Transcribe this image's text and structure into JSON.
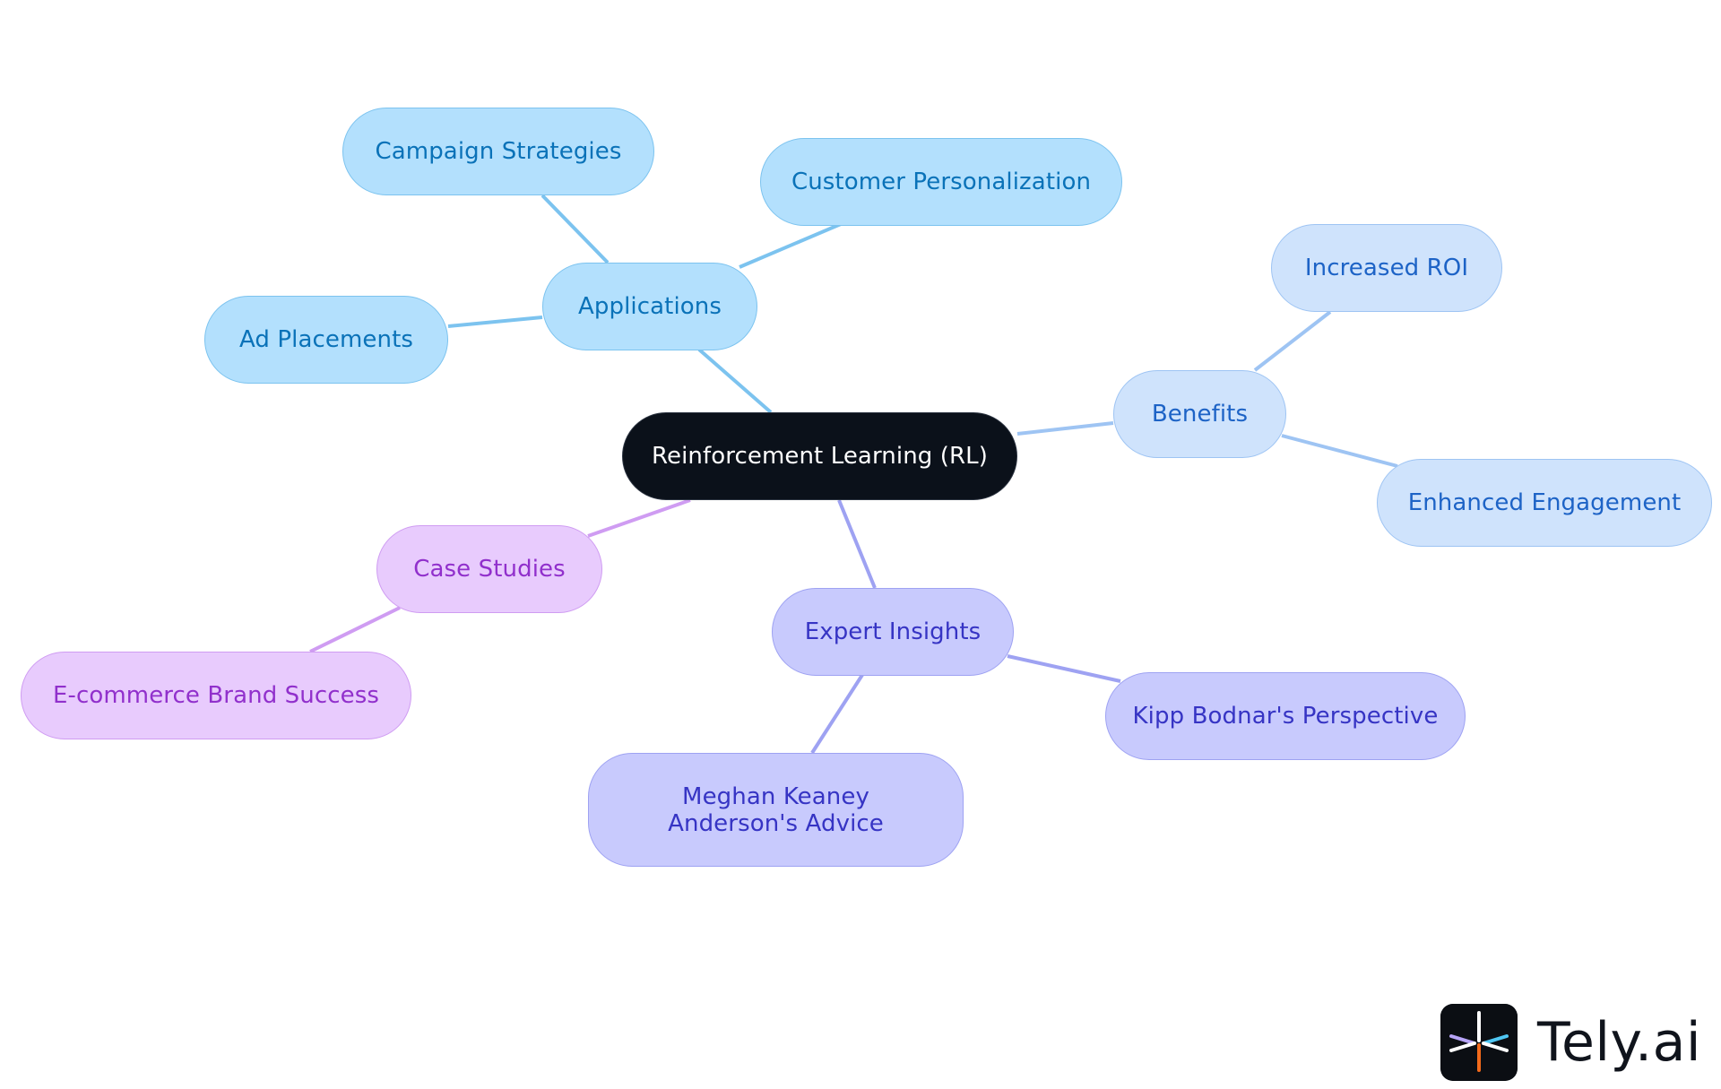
{
  "mindmap": {
    "root": "Reinforcement Learning (RL)",
    "applications": {
      "label": "Applications",
      "children": [
        "Campaign Strategies",
        "Customer Personalization",
        "Ad Placements"
      ]
    },
    "benefits": {
      "label": "Benefits",
      "children": [
        "Increased ROI",
        "Enhanced Engagement"
      ]
    },
    "expert_insights": {
      "label": "Expert Insights",
      "children": [
        "Kipp Bodnar's Perspective",
        "Meghan Keaney Anderson's Advice"
      ]
    },
    "case_studies": {
      "label": "Case Studies",
      "children": [
        "E-commerce Brand Success"
      ]
    }
  },
  "colors": {
    "root_fill": "#0b111a",
    "applications_fill": "#b3e0fd",
    "applications_edge": "#7cc3ef",
    "benefits_fill": "#cfe3fc",
    "benefits_edge": "#9ec4f3",
    "expert_fill": "#c8cafd",
    "expert_edge": "#9ea2f2",
    "case_fill": "#e8cbfd",
    "case_edge": "#cf9cf2"
  },
  "brand": {
    "logo_text": "Tely.ai",
    "logo_icon": "tely-logo-icon"
  }
}
